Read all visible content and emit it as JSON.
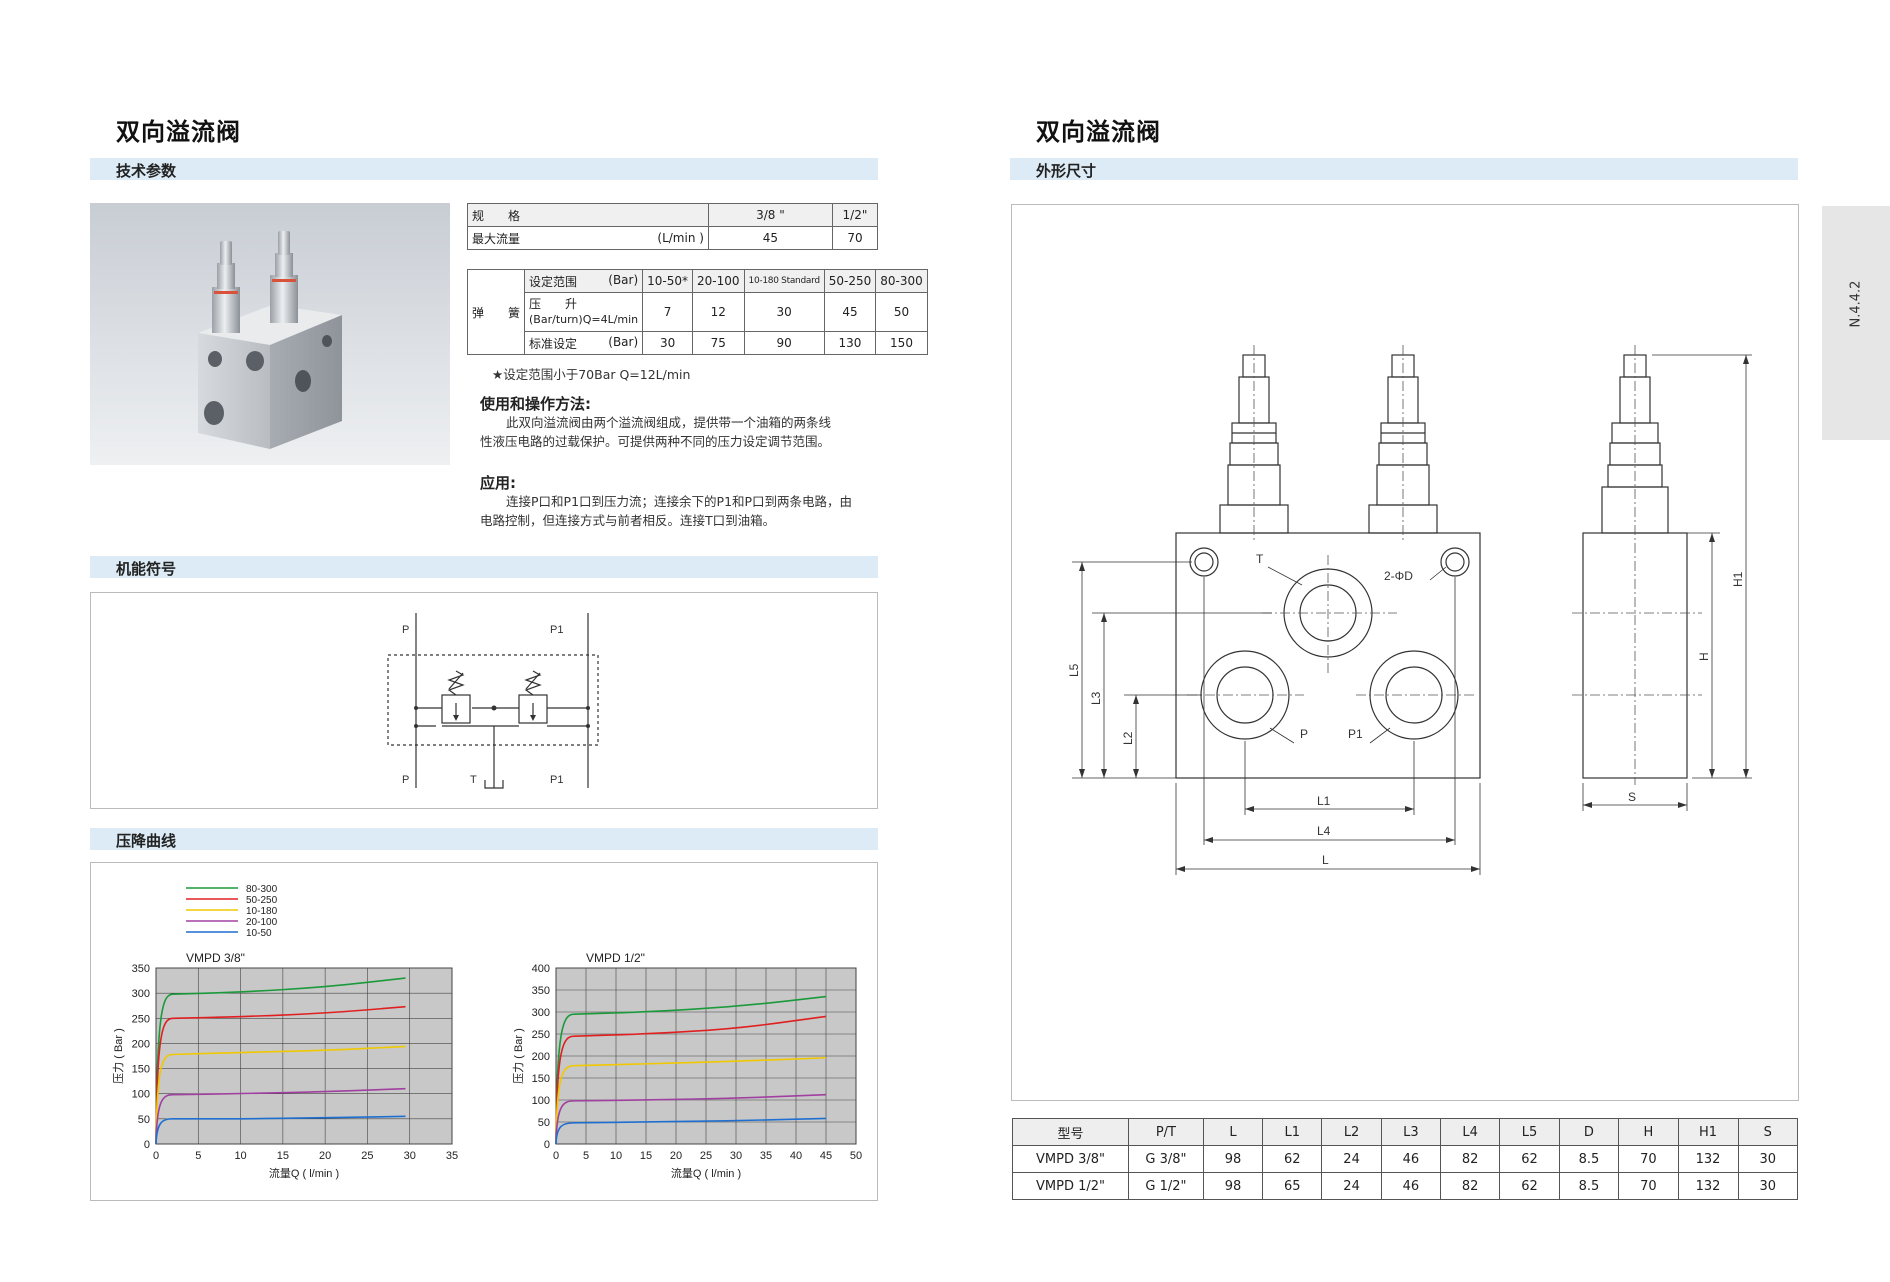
{
  "left": {
    "title": "双向溢流阀",
    "tech_section": "技术参数",
    "spec_table": {
      "row1": [
        "规　　格",
        "3/8 \"",
        "1/2\""
      ],
      "row2": [
        "最大流量",
        "(L/min )",
        "45",
        "70"
      ]
    },
    "spring_table": {
      "group_label": "弹　　簧",
      "range_label": "设定范围",
      "range_unit": "(Bar)",
      "ranges": [
        "10-50*",
        "20-100",
        "10-180 Standard",
        "50-250",
        "80-300"
      ],
      "rise_label": "压　　升",
      "rise_unit": "(Bar/turn)Q=4L/min",
      "rise_values": [
        "7",
        "12",
        "30",
        "45",
        "50"
      ],
      "std_label": "标准设定",
      "std_unit": "(Bar)",
      "std_values": [
        "30",
        "75",
        "90",
        "130",
        "150"
      ]
    },
    "note": "★设定范围小于70Bar Q=12L/min",
    "usage_heading": "使用和操作方法:",
    "usage_text": "此双向溢流阀由两个溢流阀组成，提供带一个油箱的两条线性液压电路的过载保护。可提供两种不同的压力设定调节范围。",
    "app_heading": "应用:",
    "app_text": "连接P口和P1口到压力流；连接余下的P1和P口到两条电路，由电路控制，但连接方式与前者相反。连接T口到油箱。",
    "symbol_section": "机能符号",
    "symbol_labels": {
      "p_top": "P",
      "p1_top": "P1",
      "p_bottom": "P",
      "t_bottom": "T",
      "p1_bottom": "P1"
    },
    "curve_section": "压降曲线"
  },
  "chart_data": [
    {
      "type": "line",
      "title": "VMPD 3/8\"",
      "xlabel": "流量Q ( l/min )",
      "ylabel": "压力 ( Bar )",
      "xlim": [
        0,
        35
      ],
      "ylim": [
        0,
        350
      ],
      "xticks": [
        0,
        5,
        10,
        15,
        20,
        25,
        30,
        35
      ],
      "yticks": [
        0,
        50,
        100,
        150,
        200,
        250,
        300,
        350
      ],
      "grid": true,
      "legend": "top-left",
      "series": [
        {
          "name": "80-300",
          "color": "#1a9a3a",
          "x": [
            0,
            2,
            10,
            20,
            29.5
          ],
          "y": [
            0,
            298,
            302,
            312,
            330
          ]
        },
        {
          "name": "50-250",
          "color": "#e02020",
          "x": [
            0,
            2,
            10,
            20,
            29.5
          ],
          "y": [
            0,
            250,
            253,
            260,
            273
          ]
        },
        {
          "name": "10-180",
          "color": "#f0c800",
          "x": [
            0,
            2,
            10,
            20,
            29.5
          ],
          "y": [
            0,
            178,
            182,
            186,
            194
          ]
        },
        {
          "name": "20-100",
          "color": "#a040a0",
          "x": [
            0,
            2,
            10,
            20,
            29.5
          ],
          "y": [
            0,
            98,
            100,
            104,
            110
          ]
        },
        {
          "name": "10-50",
          "color": "#1f6fd0",
          "x": [
            0,
            2,
            10,
            20,
            29.5
          ],
          "y": [
            0,
            50,
            50,
            52,
            55
          ]
        }
      ]
    },
    {
      "type": "line",
      "title": "VMPD 1/2\"",
      "xlabel": "流量Q ( l/min )",
      "ylabel": "压力 ( Bar )",
      "xlim": [
        0,
        50
      ],
      "ylim": [
        0,
        400
      ],
      "xticks": [
        0,
        5,
        10,
        15,
        20,
        25,
        30,
        35,
        40,
        45,
        50
      ],
      "yticks": [
        0,
        50,
        100,
        150,
        200,
        250,
        300,
        350,
        400
      ],
      "grid": true,
      "legend": "top-left",
      "series": [
        {
          "name": "80-300",
          "color": "#1a9a3a",
          "x": [
            0,
            3,
            15,
            30,
            45
          ],
          "y": [
            0,
            295,
            300,
            312,
            335
          ]
        },
        {
          "name": "50-250",
          "color": "#e02020",
          "x": [
            0,
            3,
            15,
            30,
            45
          ],
          "y": [
            0,
            245,
            250,
            262,
            290
          ]
        },
        {
          "name": "10-180",
          "color": "#f0c800",
          "x": [
            0,
            3,
            15,
            30,
            45
          ],
          "y": [
            0,
            178,
            182,
            188,
            196
          ]
        },
        {
          "name": "20-100",
          "color": "#a040a0",
          "x": [
            0,
            3,
            15,
            30,
            45
          ],
          "y": [
            0,
            98,
            100,
            104,
            112
          ]
        },
        {
          "name": "10-50",
          "color": "#1f6fd0",
          "x": [
            0,
            3,
            15,
            30,
            45
          ],
          "y": [
            0,
            48,
            50,
            53,
            58
          ]
        }
      ]
    }
  ],
  "right": {
    "title": "双向溢流阀",
    "dim_section": "外形尺寸",
    "side_tab": "N.4.4.2",
    "drawing_labels": {
      "T": "T",
      "holes": "2-ΦD",
      "P": "P",
      "P1": "P1",
      "L": "L",
      "L1": "L1",
      "L2": "L2",
      "L3": "L3",
      "L4": "L4",
      "L5": "L5",
      "H": "H",
      "H1": "H1",
      "S": "S"
    },
    "dims_table": {
      "headers": [
        "型号",
        "P/T",
        "L",
        "L1",
        "L2",
        "L3",
        "L4",
        "L5",
        "D",
        "H",
        "H1",
        "S"
      ],
      "rows": [
        [
          "VMPD 3/8\"",
          "G 3/8\"",
          "98",
          "62",
          "24",
          "46",
          "82",
          "62",
          "8.5",
          "70",
          "132",
          "30"
        ],
        [
          "VMPD 1/2\"",
          "G 1/2\"",
          "98",
          "65",
          "24",
          "46",
          "82",
          "62",
          "8.5",
          "70",
          "132",
          "30"
        ]
      ]
    }
  }
}
